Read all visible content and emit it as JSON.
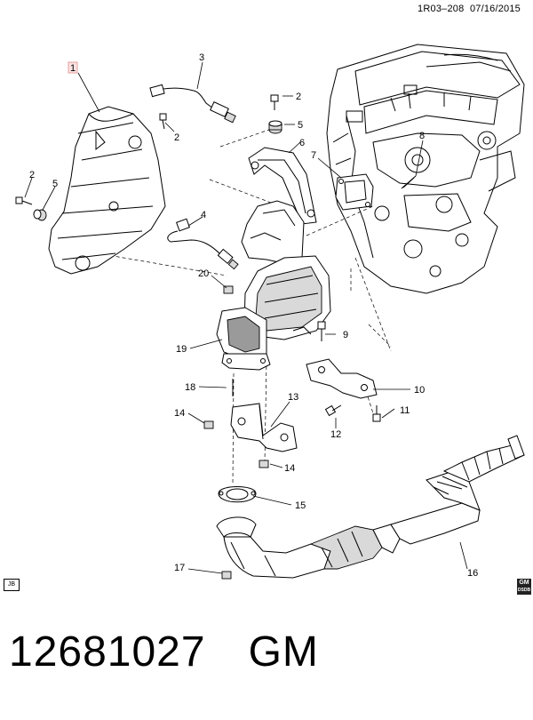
{
  "header": {
    "ref": "1R03–208",
    "date": "07/16/2015"
  },
  "callouts": [
    "1",
    "2",
    "3",
    "2",
    "5",
    "6",
    "7",
    "8",
    "2",
    "5",
    "4",
    "20",
    "9",
    "19",
    "18",
    "13",
    "10",
    "14",
    "11",
    "12",
    "14",
    "15",
    "16",
    "17"
  ],
  "footer": {
    "part_number": "12681027",
    "brand": "GM"
  },
  "badges": {
    "left": "JB",
    "right_top": "GM",
    "right_bottom": "DSDB"
  }
}
